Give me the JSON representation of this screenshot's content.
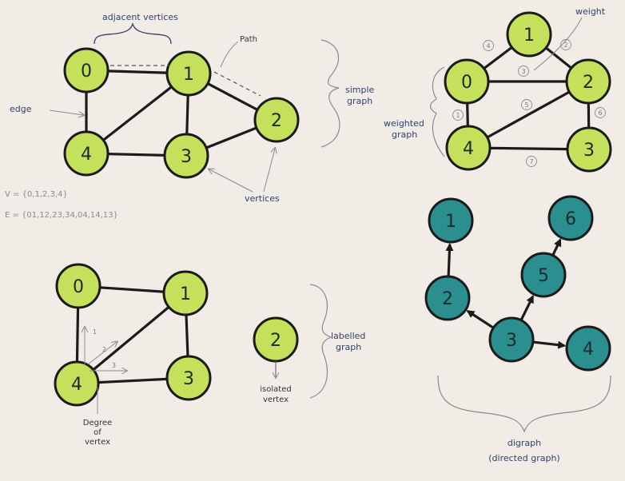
{
  "colors": {
    "paper": "#f1ede6",
    "green_node": "#c5e15c",
    "teal_node": "#2b8f8f",
    "edge": "#1b1b1b",
    "ink_blue": "#2f3f6b",
    "pencil": "#8a8a8a"
  },
  "simple_graph": {
    "nodes": [
      {
        "id": "n0",
        "label": "0"
      },
      {
        "id": "n1",
        "label": "1"
      },
      {
        "id": "n2",
        "label": "2"
      },
      {
        "id": "n3",
        "label": "3"
      },
      {
        "id": "n4",
        "label": "4"
      }
    ],
    "edges": [
      [
        "n0",
        "n1"
      ],
      [
        "n1",
        "n2"
      ],
      [
        "n2",
        "n3"
      ],
      [
        "n3",
        "n4"
      ],
      [
        "n0",
        "n4"
      ],
      [
        "n1",
        "n4"
      ],
      [
        "n1",
        "n3"
      ]
    ],
    "notes": {
      "adjacent": "adjacent vertices",
      "path": "Path",
      "edge": "edge",
      "vertices": "vertices",
      "simple": "simple",
      "graph": "graph",
      "V": "V = {0,1,2,3,4}",
      "E": "E = {01,12,23,34,04,14,13}"
    }
  },
  "weighted_graph": {
    "nodes": [
      {
        "id": "w1",
        "label": "1"
      },
      {
        "id": "w0",
        "label": "0"
      },
      {
        "id": "w2",
        "label": "2"
      },
      {
        "id": "w4",
        "label": "4"
      },
      {
        "id": "w3",
        "label": "3"
      }
    ],
    "edges": [
      [
        "w0",
        "w1"
      ],
      [
        "w1",
        "w2"
      ],
      [
        "w0",
        "w2"
      ],
      [
        "w2",
        "w4"
      ],
      [
        "w0",
        "w4"
      ],
      [
        "w4",
        "w3"
      ],
      [
        "w2",
        "w3"
      ]
    ],
    "weights": [
      "4",
      "2",
      "3",
      "5",
      "1",
      "7",
      "6"
    ],
    "notes": {
      "weight": "weight",
      "weighted": "weighted",
      "graph": "graph"
    }
  },
  "labeled_graph": {
    "nodes": [
      {
        "id": "l0",
        "label": "0"
      },
      {
        "id": "l1",
        "label": "1"
      },
      {
        "id": "l4",
        "label": "4"
      },
      {
        "id": "l3",
        "label": "3"
      },
      {
        "id": "l2",
        "label": "2"
      }
    ],
    "edges": [
      [
        "l0",
        "l1"
      ],
      [
        "l0",
        "l4"
      ],
      [
        "l1",
        "l4"
      ],
      [
        "l1",
        "l3"
      ],
      [
        "l4",
        "l3"
      ]
    ],
    "degree_marks": [
      "1",
      "2",
      "3"
    ],
    "notes": {
      "degree_line1": "Degree",
      "degree_line2": "of",
      "degree_line3": "vertex",
      "isolated_line1": "isolated",
      "isolated_line2": "vertex",
      "labeled": "labelled",
      "graph": "graph"
    }
  },
  "digraph": {
    "nodes": [
      {
        "id": "d1",
        "label": "1"
      },
      {
        "id": "d6",
        "label": "6"
      },
      {
        "id": "d5",
        "label": "5"
      },
      {
        "id": "d2",
        "label": "2"
      },
      {
        "id": "d3",
        "label": "3"
      },
      {
        "id": "d4",
        "label": "4"
      }
    ],
    "edges": [
      [
        "d2",
        "d1"
      ],
      [
        "d3",
        "d2"
      ],
      [
        "d3",
        "d5"
      ],
      [
        "d5",
        "d6"
      ],
      [
        "d3",
        "d4"
      ]
    ],
    "notes": {
      "digraph": "digraph",
      "directed": "(directed graph)"
    }
  }
}
